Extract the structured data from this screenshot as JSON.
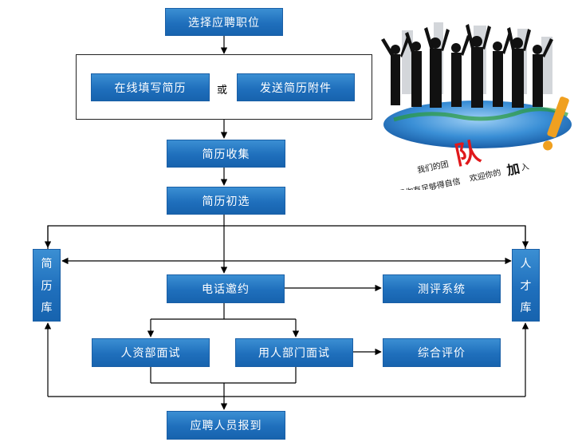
{
  "steps": {
    "select_position": "选择应聘职位",
    "online_resume": "在线填写简历",
    "or": "或",
    "send_attachment": "发送简历附件",
    "collect": "简历收集",
    "screen": "简历初选",
    "phone_invite": "电话邀约",
    "assessment_system": "测评系统",
    "hr_interview": "人资部面试",
    "dept_interview": "用人部门面试",
    "overall_eval": "综合评价",
    "onboard": "应聘人员报到"
  },
  "side": {
    "resume_db": [
      "简",
      "历",
      "库"
    ],
    "talent_pool": [
      "人",
      "才",
      "库"
    ]
  },
  "poster": {
    "line1": "我们的团",
    "big_char": "队",
    "line2": "如果你有足够得自信",
    "line3": "欢迎你的",
    "big2": "加",
    "line3_end": "入",
    "exclaim": "!"
  },
  "colors": {
    "box_top": "#3b8fd3",
    "box_bottom": "#1763ae",
    "line": "#000000",
    "accent": "#f0a020",
    "poster_red": "#e0181b"
  }
}
